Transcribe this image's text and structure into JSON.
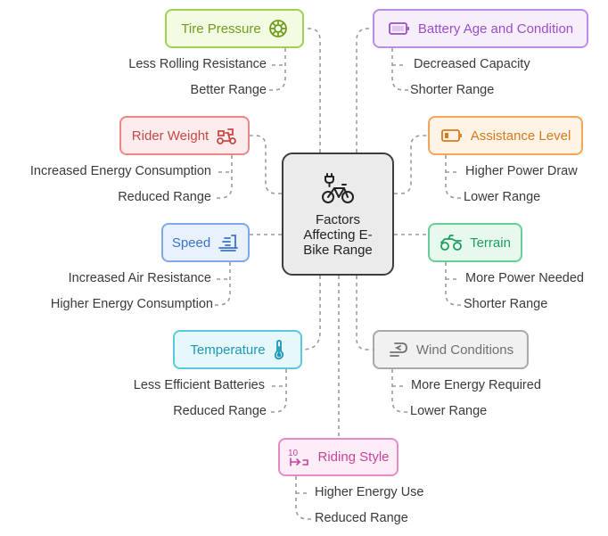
{
  "center": {
    "title": "Factors Affecting E-Bike Range"
  },
  "factors": {
    "tire_pressure": {
      "label": "Tire Pressure",
      "items": [
        "Less Rolling Resistance",
        "Better Range"
      ]
    },
    "rider_weight": {
      "label": "Rider Weight",
      "items": [
        "Increased Energy Consumption",
        "Reduced Range"
      ]
    },
    "speed": {
      "label": "Speed",
      "items": [
        "Increased Air Resistance",
        "Higher Energy Consumption"
      ]
    },
    "temperature": {
      "label": "Temperature",
      "items": [
        "Less Efficient Batteries",
        "Reduced Range"
      ]
    },
    "battery": {
      "label": "Battery Age and Condition",
      "items": [
        "Decreased Capacity",
        "Shorter Range"
      ]
    },
    "assistance": {
      "label": "Assistance Level",
      "items": [
        "Higher Power Draw",
        "Lower Range"
      ]
    },
    "terrain": {
      "label": "Terrain",
      "items": [
        "More Power Needed",
        "Shorter Range"
      ]
    },
    "wind": {
      "label": "Wind Conditions",
      "items": [
        "More Energy Required",
        "Lower Range"
      ]
    },
    "riding_style": {
      "label": "Riding Style",
      "items": [
        "Higher Energy Use",
        "Reduced Range"
      ]
    }
  },
  "colors": {
    "tire_pressure": {
      "fill": "#f4fbe3",
      "stroke": "#a3cf52",
      "text": "#6f9d1e"
    },
    "rider_weight": {
      "fill": "#fdecec",
      "stroke": "#e98787",
      "text": "#c94848"
    },
    "speed": {
      "fill": "#e9f1fd",
      "stroke": "#7ea9ec",
      "text": "#3a72cf"
    },
    "temperature": {
      "fill": "#e6f8fc",
      "stroke": "#5cc8e0",
      "text": "#1b98b6"
    },
    "battery": {
      "fill": "#f7eefc",
      "stroke": "#c18be2",
      "text": "#9a4fc8"
    },
    "assistance": {
      "fill": "#fff3e5",
      "stroke": "#f1a75b",
      "text": "#d77a1c"
    },
    "terrain": {
      "fill": "#e7f8ef",
      "stroke": "#67cf96",
      "text": "#1e9e5b"
    },
    "wind": {
      "fill": "#f1f1f1",
      "stroke": "#a9a9a9",
      "text": "#707070"
    },
    "riding_style": {
      "fill": "#fdedf7",
      "stroke": "#e88ac9",
      "text": "#c9439e"
    }
  },
  "icons": {
    "center": "bicycle-plug-icon",
    "tire_pressure": "tire-icon",
    "rider_weight": "scooter-icon",
    "speed": "treadmill-icon",
    "temperature": "thermometer-icon",
    "battery": "battery-icon",
    "assistance": "battery-low-icon",
    "terrain": "atv-icon",
    "wind": "wind-icon",
    "riding_style": "ten-arrow-icon"
  }
}
